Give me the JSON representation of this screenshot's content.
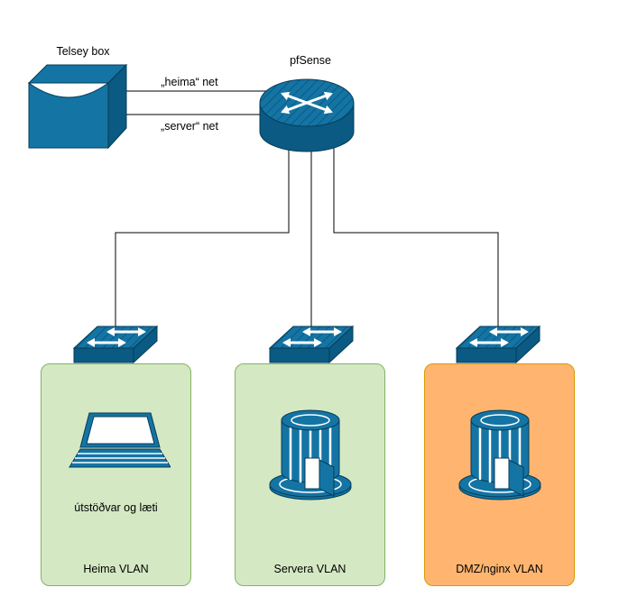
{
  "diagram": {
    "background": "#ffffff",
    "nodes": {
      "telsey": {
        "label": "Telsey box",
        "icon": "telco-box-icon"
      },
      "pfsense": {
        "label": "pfSense",
        "icon": "router-icon"
      },
      "switches": {
        "icon": "switch-icon",
        "count": 3
      }
    },
    "edges": {
      "heima_net": {
        "label": "„heima“ net",
        "from": "Telsey box",
        "to": "pfSense"
      },
      "server_net": {
        "label": "„server“ net",
        "from": "Telsey box",
        "to": "pfSense"
      }
    },
    "vlans": [
      {
        "label": "Heima VLAN",
        "device_icon": "laptop-icon",
        "device_caption": "útstöðvar og læti",
        "color": "green"
      },
      {
        "label": "Servera VLAN",
        "device_icon": "mainframe-server-icon",
        "device_caption": "",
        "color": "green"
      },
      {
        "label": "DMZ/nginx VLAN",
        "device_icon": "mainframe-server-icon",
        "device_caption": "",
        "color": "orange"
      }
    ],
    "colors": {
      "device_blue": "#1474a4",
      "device_blue_dark": "#0b5a83",
      "device_outline": "#063c57",
      "vlan_green_fill": "#d5e8c4",
      "vlan_green_border": "#82b366",
      "vlan_orange_fill": "#ffb570",
      "vlan_orange_border": "#d79b00",
      "connector": "#000000"
    }
  }
}
